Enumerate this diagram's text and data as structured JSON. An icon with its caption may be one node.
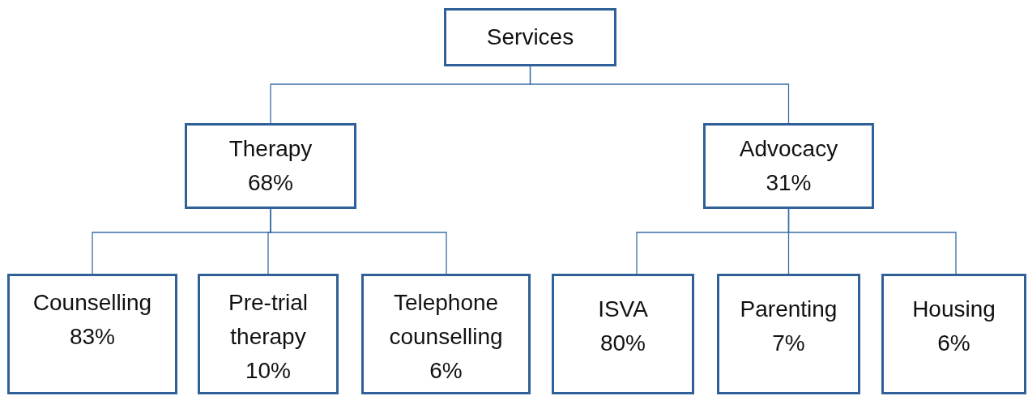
{
  "diagram": {
    "nodes": [
      {
        "text": [
          "Services"
        ]
      },
      {
        "text": [
          "Therapy",
          "68%"
        ]
      },
      {
        "text": [
          "Advocacy",
          "31%"
        ]
      },
      {
        "text": [
          "Counselling",
          "83%"
        ]
      },
      {
        "text": [
          "Pre-trial therapy",
          "10%"
        ]
      },
      {
        "text": [
          "Telephone counselling",
          "6%"
        ]
      },
      {
        "text": [
          "ISVA",
          "80%"
        ]
      },
      {
        "text": [
          "Parenting",
          "7%"
        ]
      },
      {
        "text": [
          "Housing",
          "6%"
        ]
      }
    ],
    "edges": [
      {
        "from": 0,
        "to": 1,
        "arrow": "none"
      },
      {
        "from": 0,
        "to": 2,
        "arrow": "none"
      },
      {
        "from": 1,
        "to": 3,
        "arrow": "none"
      },
      {
        "from": 1,
        "to": 4,
        "arrow": "none"
      },
      {
        "from": 1,
        "to": 5,
        "arrow": "none"
      },
      {
        "from": 2,
        "to": 6,
        "arrow": "none"
      },
      {
        "from": 2,
        "to": 7,
        "arrow": "none"
      },
      {
        "from": 2,
        "to": 8,
        "arrow": "none"
      }
    ]
  }
}
